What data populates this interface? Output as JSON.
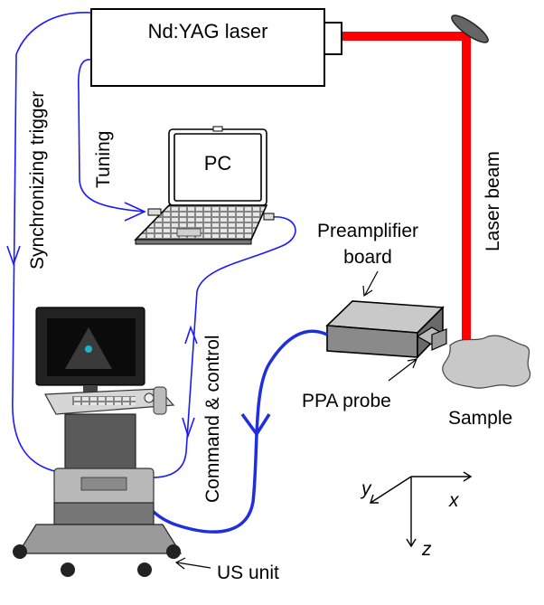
{
  "labels": {
    "laser": "Nd:YAG laser",
    "pc": "PC",
    "tuning": "Tuning",
    "sync_trigger": "Synchronizing trigger",
    "laser_beam": "Laser beam",
    "preamp_line1": "Preamplifier",
    "preamp_line2": "board",
    "ppa_probe": "PPA probe",
    "sample": "Sample",
    "command_control": "Command & control",
    "us_unit": "US unit",
    "axis_x": "x",
    "axis_y": "y",
    "axis_z": "z"
  },
  "colors": {
    "laser_beam": "#ff0000",
    "signal_line": "#1a1aff",
    "probe_cable": "#1e2fe0",
    "sample_fill": "#c8c8c8",
    "box_gray": "#8a8a8a"
  }
}
